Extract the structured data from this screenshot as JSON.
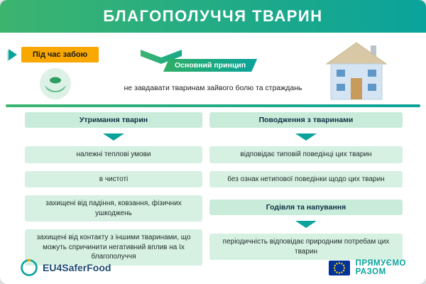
{
  "header": {
    "title": "БЛАГОПОЛУЧЧЯ ТВАРИН"
  },
  "intro": {
    "badge": "Під час забою",
    "principle_label": "Основний принцип",
    "principle_text": "не завдавати тваринам зайвого болю та страждань"
  },
  "columns": {
    "left": {
      "header": "Утримання тварин",
      "items": [
        "належні теплові умови",
        "в чистоті",
        "захищені від падіння, ковзання, фізичних ушкоджень",
        "захищені від контакту з іншими тваринами, що можуть спричинити негативний вплив на їх благополуччя"
      ]
    },
    "right": {
      "header": "Поводження з тваринами",
      "items": [
        "відповідає типовій поведінці цих тварин",
        "без ознак нетипової поведінки щодо цих тварин"
      ],
      "subheader": "Годівля та напування",
      "subitems": [
        "періодичність відповідає природним потребам цих тварин"
      ]
    }
  },
  "footer": {
    "logo_text": "EU4SaferFood",
    "partner_line1": "ПРЯМУЄМО",
    "partner_line2": "РАЗОМ"
  },
  "icons": {
    "pointer": "play-triangle",
    "hands": "hands-holding-leaf",
    "chevron": "chevron-down",
    "house": "house",
    "eu_flag": "eu-flag",
    "logo_ring": "circle-of-stars"
  },
  "colors": {
    "green": "#3cb46e",
    "teal": "#0aa39b",
    "yellow": "#f8a800",
    "box-green": "#d6f0e2",
    "header-green": "#c9ecda",
    "navy": "#1b4b72",
    "eu-blue": "#003399",
    "star-yellow": "#ffcc00"
  }
}
